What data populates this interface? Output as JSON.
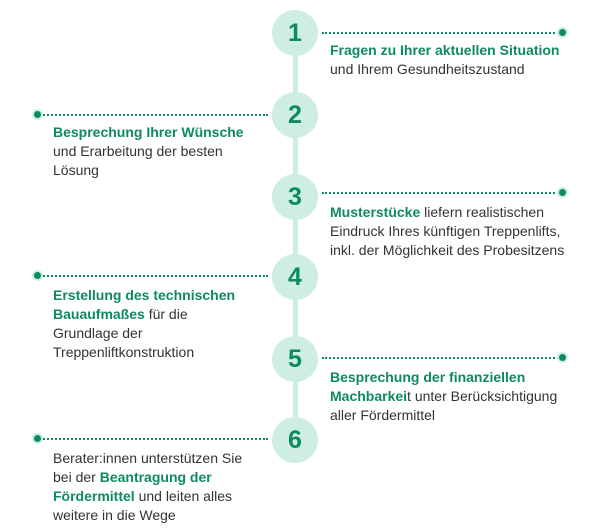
{
  "colors": {
    "accent": "#0e8a63",
    "circle_fill": "#cdeee0",
    "body_text": "#333333"
  },
  "steps": [
    {
      "number": "1",
      "side": "right",
      "parts": [
        {
          "text": "Fragen zu Ihrer aktuellen Situation",
          "bold": true
        },
        {
          "text": " und Ihrem Gesundheitszustand",
          "bold": false
        }
      ]
    },
    {
      "number": "2",
      "side": "left",
      "parts": [
        {
          "text": "Besprechung Ihrer Wünsche",
          "bold": true
        },
        {
          "text": " und Erarbeitung der besten Lösung",
          "bold": false
        }
      ]
    },
    {
      "number": "3",
      "side": "right",
      "parts": [
        {
          "text": "Musterstücke",
          "bold": true
        },
        {
          "text": " liefern realistischen Eindruck Ihres künftigen Treppenlifts, inkl. der Möglichkeit des Probesitzens",
          "bold": false
        }
      ]
    },
    {
      "number": "4",
      "side": "left",
      "parts": [
        {
          "text": "Erstellung des technischen Bauaufmaßes",
          "bold": true
        },
        {
          "text": " für die Grundlage der Treppenliftkonstruktion",
          "bold": false
        }
      ]
    },
    {
      "number": "5",
      "side": "right",
      "parts": [
        {
          "text": "Besprechung der finanziellen Machbarkei",
          "bold": true
        },
        {
          "text": "t unter Berücksichtigung aller Fördermittel",
          "bold": false
        }
      ]
    },
    {
      "number": "6",
      "side": "left",
      "parts": [
        {
          "text": "Berater:innen unterstützen Sie bei der ",
          "bold": false
        },
        {
          "text": "Beantragung der Fördermittel",
          "bold": true
        },
        {
          "text": " und leiten alles weitere in die Wege",
          "bold": false
        }
      ]
    }
  ]
}
